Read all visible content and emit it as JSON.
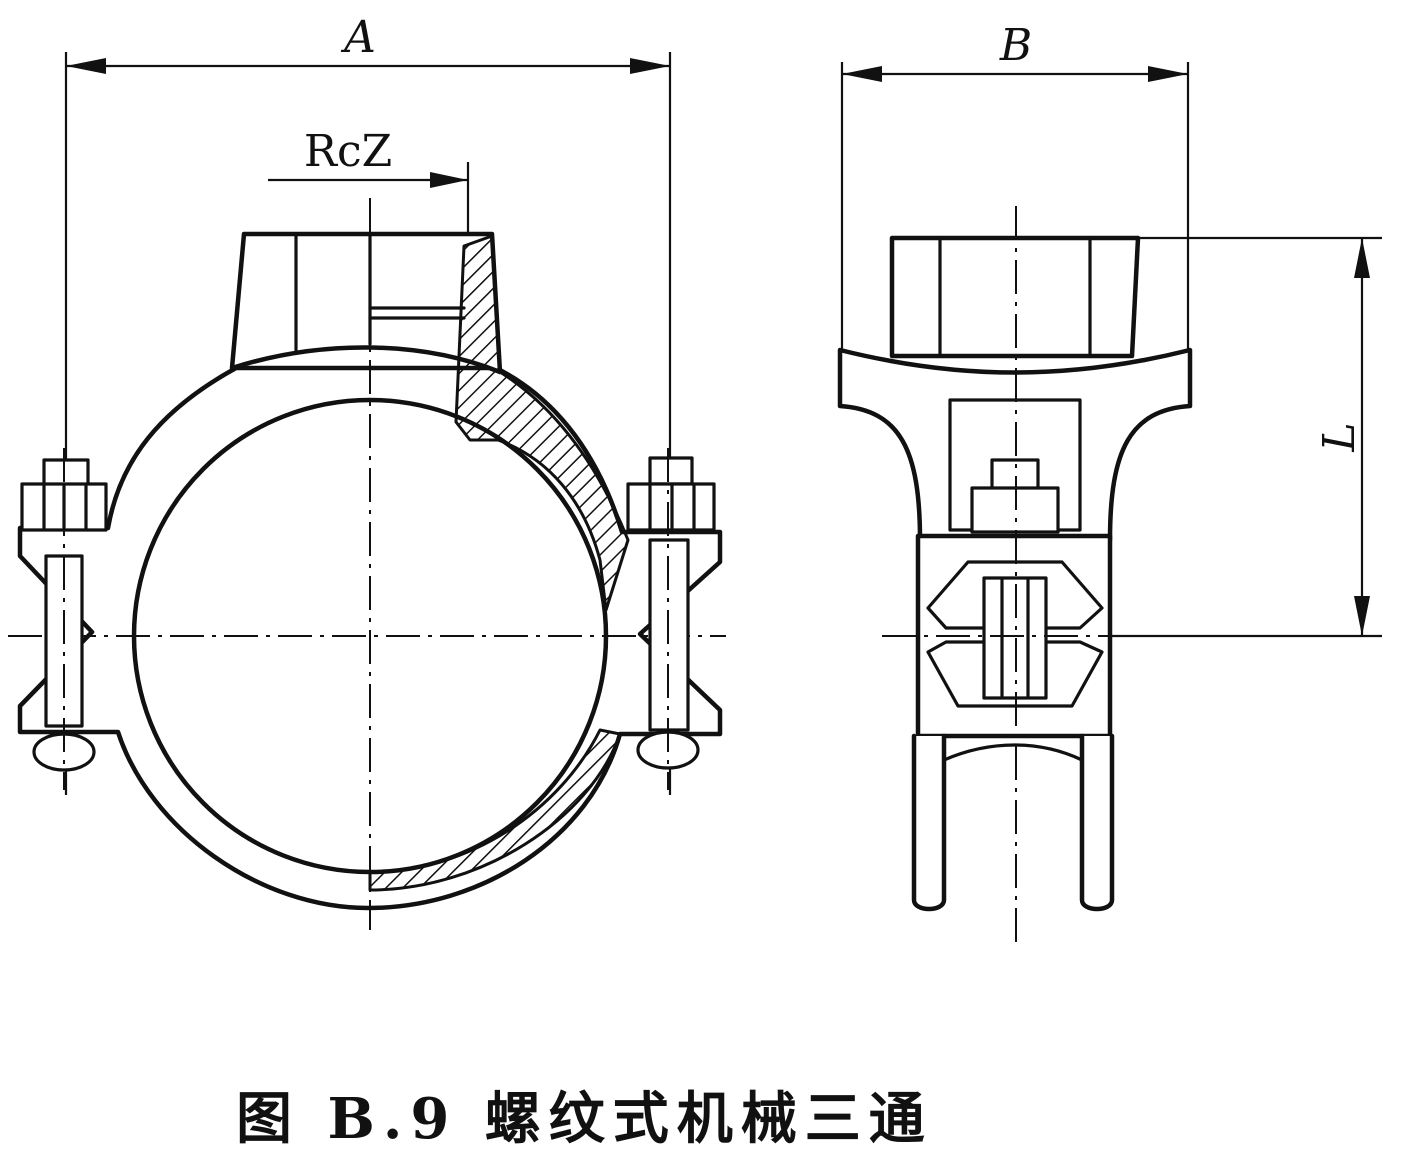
{
  "figure": {
    "labels": {
      "dim_a": "A",
      "dim_b": "B",
      "dim_l": "L",
      "thread": "RcZ"
    },
    "caption": "图 B.9   螺纹式机械三通"
  }
}
